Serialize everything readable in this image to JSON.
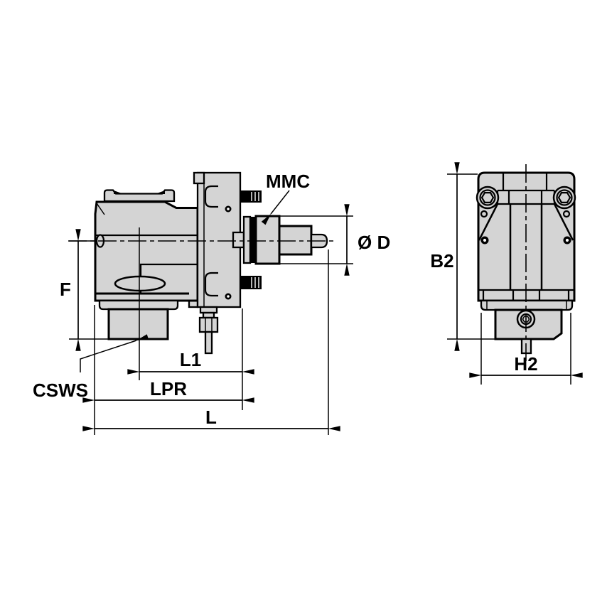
{
  "drawing": {
    "type": "technical-dimension-drawing",
    "labels": {
      "mmc": "MMC",
      "dia": "Ø D",
      "f": "F",
      "csws": "CSWS",
      "l1": "L1",
      "lpr": "LPR",
      "l": "L",
      "b2": "B2",
      "h2": "H2"
    },
    "colors": {
      "body_fill": "#d4d4d4",
      "line": "#000000",
      "background": "#ffffff"
    }
  }
}
